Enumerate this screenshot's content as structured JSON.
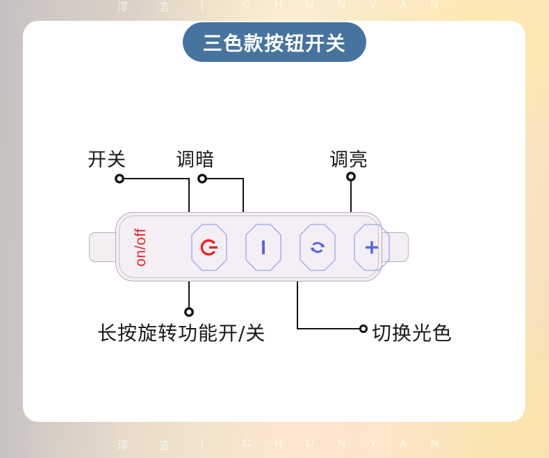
{
  "background": {
    "watermark_cn": "淳言",
    "watermark_separator": "|",
    "watermark_en": "CHUNYAN",
    "watermark_color": "#ffffff"
  },
  "card": {
    "background_color": "#ffffff"
  },
  "title": {
    "text": "三色款按钮开关",
    "badge_color": "#47739f",
    "text_color": "#ffffff"
  },
  "device": {
    "body_color": "#f4eff4",
    "border_color": "#b5acb5",
    "onoff_label": "on/off",
    "onoff_color": "#f22121",
    "button_outline_color": "#9aa4ef",
    "buttons": [
      {
        "name": "power",
        "icon": "power-icon",
        "icon_color": "#f22121",
        "glyph": ""
      },
      {
        "name": "dim",
        "icon": "minus-bar-icon",
        "icon_color": "#5566ee",
        "glyph": "I"
      },
      {
        "name": "rotate",
        "icon": "rotate-icon",
        "icon_color": "#5566ee",
        "glyph": ""
      },
      {
        "name": "bright",
        "icon": "plus-icon",
        "icon_color": "#5566ee",
        "glyph": "+"
      }
    ]
  },
  "callouts": {
    "switch": "开关",
    "dim": "调暗",
    "bright": "调亮",
    "long_press": "长按旋转功能开/关",
    "color_switch": "切换光色",
    "line_color": "#111111"
  }
}
